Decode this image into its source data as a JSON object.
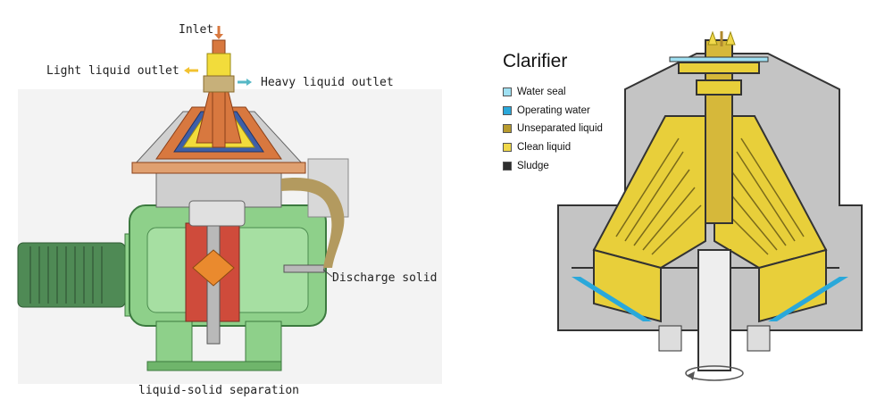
{
  "left_diagram": {
    "labels": {
      "inlet": "Inlet",
      "light_outlet": "Light liquid outlet",
      "heavy_outlet": "Heavy liquid outlet",
      "discharge": "Discharge solid",
      "caption": "liquid-solid separation"
    },
    "colors": {
      "motor": "#4f8a55",
      "frame": "#8ed08a",
      "bowl_orange": "#d8783f",
      "bowl_yellow": "#f2dc3b",
      "bowl_blue": "#3e5fa8",
      "sludge": "#b39a5f",
      "grey": "#b9b9b9"
    }
  },
  "right_diagram": {
    "title": "Clarifier",
    "legend": [
      {
        "label": "Water seal",
        "color": "#9fe0f2"
      },
      {
        "label": "Operating water",
        "color": "#2aa8da"
      },
      {
        "label": "Unseparated liquid",
        "color": "#b89b2e"
      },
      {
        "label": "Clean liquid",
        "color": "#f0d84a"
      },
      {
        "label": "Sludge",
        "color": "#2e2e2e"
      }
    ],
    "colors": {
      "housing": "#c4c4c4",
      "outline": "#333333",
      "liquid": "#e8cf3a"
    }
  }
}
